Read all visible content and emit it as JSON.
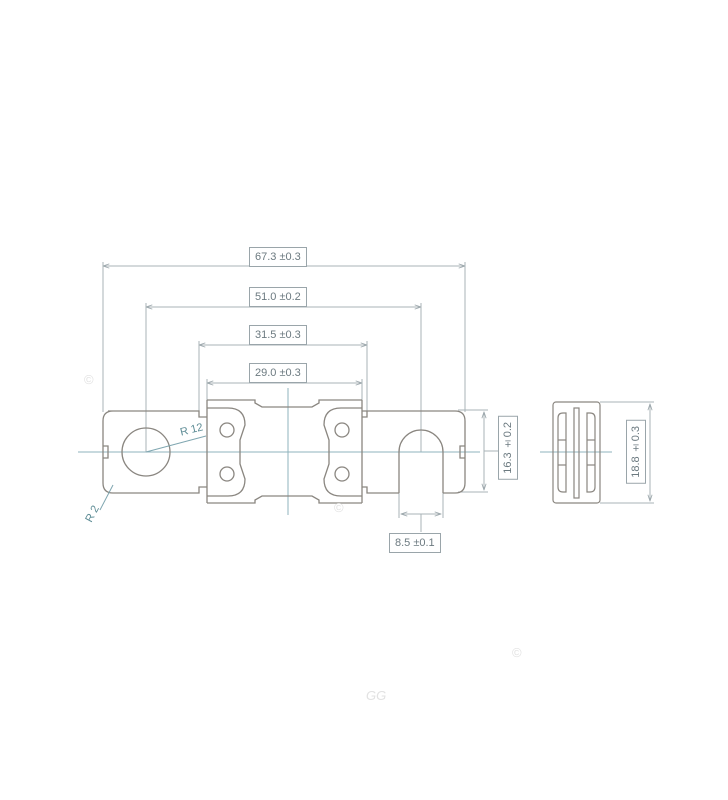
{
  "drawing": {
    "type": "technical-drawing",
    "subject": "bolt-down fuse (front view and side view)",
    "colors": {
      "part_outline": "#8a8680",
      "dimension_line": "#9aa5aa",
      "center_line": "#7fa6b0",
      "callout_text": "#5d8c95",
      "label_text": "#6c7a80"
    },
    "dimensions": {
      "overall_length": "67.3 ±0.3",
      "hole_pitch": "51.0 ±0.2",
      "body_length": "31.5 ±0.3",
      "body_inner_length": "29.0 ±0.3",
      "terminal_width": "16.3 ±0.2",
      "slot_width": "8.5 ±0.1",
      "side_height": "18.8 ±0.3"
    },
    "callouts": {
      "hole_radius": "R 12",
      "corner_radius": "R 2"
    },
    "watermarks": [
      "©",
      "©",
      "©",
      "GG"
    ]
  }
}
